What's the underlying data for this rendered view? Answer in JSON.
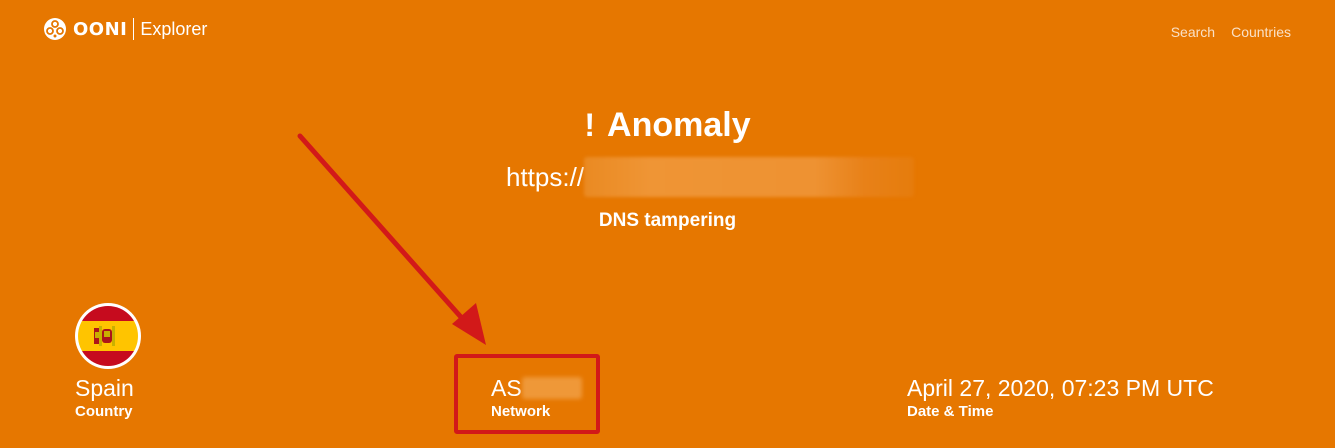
{
  "header": {
    "logo_text": "OONI",
    "logo_product": "Explorer",
    "nav": [
      {
        "label": "Search"
      },
      {
        "label": "Countries"
      }
    ]
  },
  "measurement": {
    "status_icon": "!",
    "status": "Anomaly",
    "url_prefix": "https://",
    "anomaly_type": "DNS tampering"
  },
  "details": {
    "country_value": "Spain",
    "country_label": "Country",
    "network_prefix": "AS",
    "network_label": "Network",
    "datetime_value": "April 27, 2020, 07:23 PM UTC",
    "datetime_label": "Date & Time"
  },
  "colors": {
    "background": "#e67700",
    "annotation": "#d21919"
  },
  "icons": {
    "logo": "ooni-logo-icon",
    "flag": "spain-flag-icon",
    "annotation_arrow": "arrow-icon"
  }
}
